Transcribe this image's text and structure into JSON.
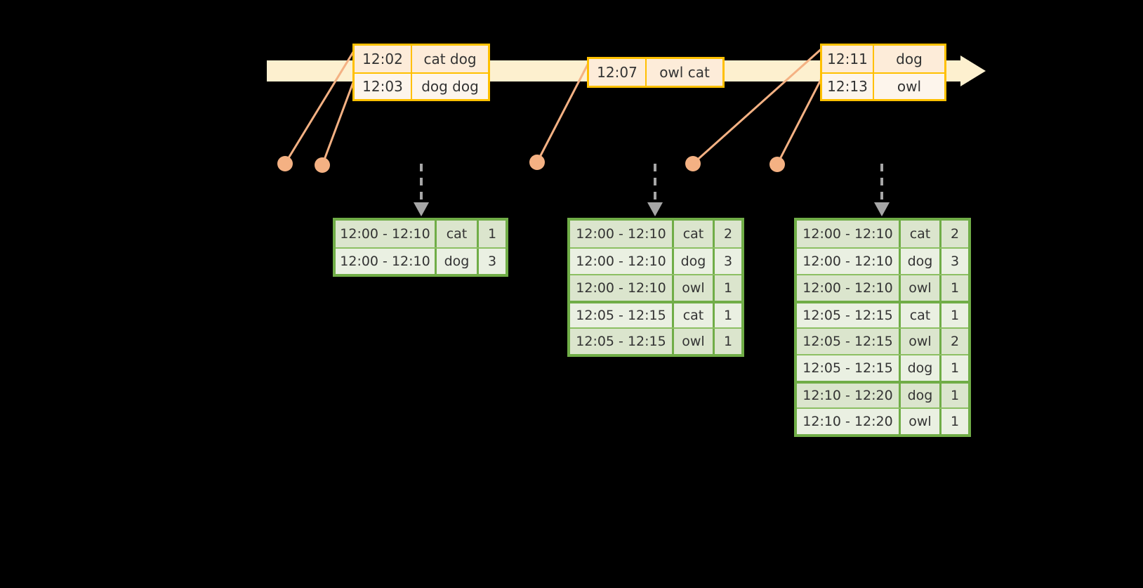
{
  "timeline": {
    "name": "event-stream-timeline",
    "arrow_direction": "right",
    "color": "#fdf0cf"
  },
  "events": [
    {
      "id": "event-box-1",
      "rows": [
        {
          "time": "12:02",
          "value": "cat dog"
        },
        {
          "time": "12:03",
          "value": "dog dog"
        }
      ]
    },
    {
      "id": "event-box-2",
      "rows": [
        {
          "time": "12:07",
          "value": "owl cat"
        }
      ]
    },
    {
      "id": "event-box-3",
      "rows": [
        {
          "time": "12:11",
          "value": "dog"
        },
        {
          "time": "12:13",
          "value": "owl"
        }
      ]
    }
  ],
  "dot_markers": [
    {
      "id": "dot-1"
    },
    {
      "id": "dot-2"
    },
    {
      "id": "dot-3"
    },
    {
      "id": "dot-4"
    },
    {
      "id": "dot-5"
    }
  ],
  "results": [
    {
      "id": "result-table-1",
      "rows": [
        {
          "window": "12:00 - 12:10",
          "key": "cat",
          "count": "1",
          "shade": "dark",
          "sep": "none"
        },
        {
          "window": "12:00 - 12:10",
          "key": "dog",
          "count": "3",
          "shade": "light",
          "sep": "thin"
        }
      ]
    },
    {
      "id": "result-table-2",
      "rows": [
        {
          "window": "12:00 - 12:10",
          "key": "cat",
          "count": "2",
          "shade": "dark",
          "sep": "none"
        },
        {
          "window": "12:00 - 12:10",
          "key": "dog",
          "count": "3",
          "shade": "light",
          "sep": "thin"
        },
        {
          "window": "12:00 - 12:10",
          "key": "owl",
          "count": "1",
          "shade": "dark",
          "sep": "thin"
        },
        {
          "window": "12:05 - 12:15",
          "key": "cat",
          "count": "1",
          "shade": "light",
          "sep": "group"
        },
        {
          "window": "12:05 - 12:15",
          "key": "owl",
          "count": "1",
          "shade": "dark",
          "sep": "thin"
        }
      ]
    },
    {
      "id": "result-table-3",
      "rows": [
        {
          "window": "12:00 - 12:10",
          "key": "cat",
          "count": "2",
          "shade": "dark",
          "sep": "none"
        },
        {
          "window": "12:00 - 12:10",
          "key": "dog",
          "count": "3",
          "shade": "light",
          "sep": "thin"
        },
        {
          "window": "12:00 - 12:10",
          "key": "owl",
          "count": "1",
          "shade": "dark",
          "sep": "thin"
        },
        {
          "window": "12:05 - 12:15",
          "key": "cat",
          "count": "1",
          "shade": "light",
          "sep": "group"
        },
        {
          "window": "12:05 - 12:15",
          "key": "owl",
          "count": "2",
          "shade": "dark",
          "sep": "thin"
        },
        {
          "window": "12:05 - 12:15",
          "key": "dog",
          "count": "1",
          "shade": "light",
          "sep": "thin"
        },
        {
          "window": "12:10 - 12:20",
          "key": "dog",
          "count": "1",
          "shade": "dark",
          "sep": "group"
        },
        {
          "window": "12:10 - 12:20",
          "key": "owl",
          "count": "1",
          "shade": "light",
          "sep": "thin"
        }
      ]
    }
  ],
  "colors": {
    "background": "#000000",
    "timeline_fill": "#fdf0cf",
    "event_border": "#ffc000",
    "event_fill": "#fdecd9",
    "event_fill_alt": "#fdf5ec",
    "dot": "#f4b183",
    "connector_line": "#f4b183",
    "result_border": "#70ad47",
    "result_fill_dark": "#dbe5cd",
    "result_fill_light": "#eaf0e2",
    "arrow_gray": "#a6a6a6",
    "text": "#333333"
  }
}
